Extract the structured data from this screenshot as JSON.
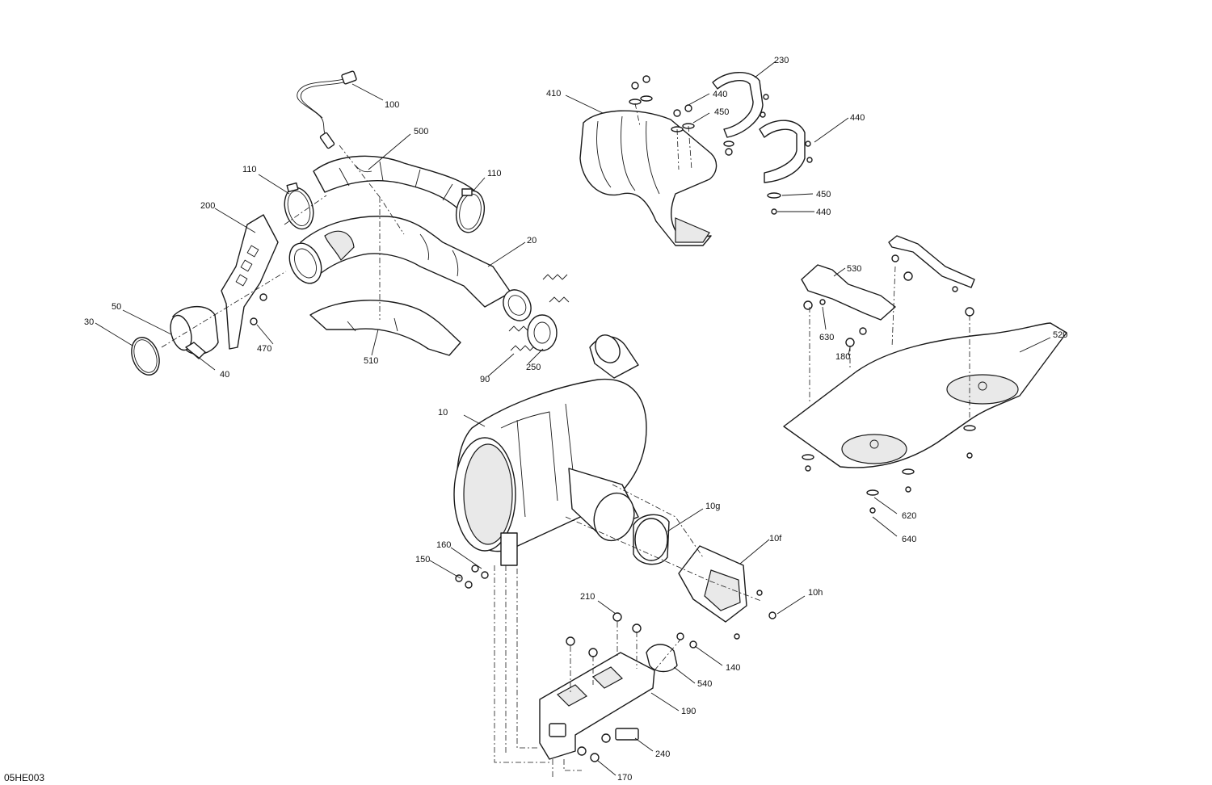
{
  "drawing_code": "05HE003",
  "callouts": {
    "c10": "10",
    "c10f": "10f",
    "c10g": "10g",
    "c10h": "10h",
    "c20": "20",
    "c30": "30",
    "c40": "40",
    "c50": "50",
    "c90": "90",
    "c100": "100",
    "c110a": "110",
    "c110b": "110",
    "c140": "140",
    "c150": "150",
    "c160": "160",
    "c170": "170",
    "c180": "180",
    "c190": "190",
    "c200": "200",
    "c210": "210",
    "c230": "230",
    "c240": "240",
    "c250": "250",
    "c410": "410",
    "c440a": "440",
    "c440b": "440",
    "c440c": "440",
    "c450a": "450",
    "c450b": "450",
    "c470": "470",
    "c500": "500",
    "c510": "510",
    "c520": "520",
    "c530": "530",
    "c540": "540",
    "c620": "620",
    "c630": "630",
    "c640": "640"
  }
}
